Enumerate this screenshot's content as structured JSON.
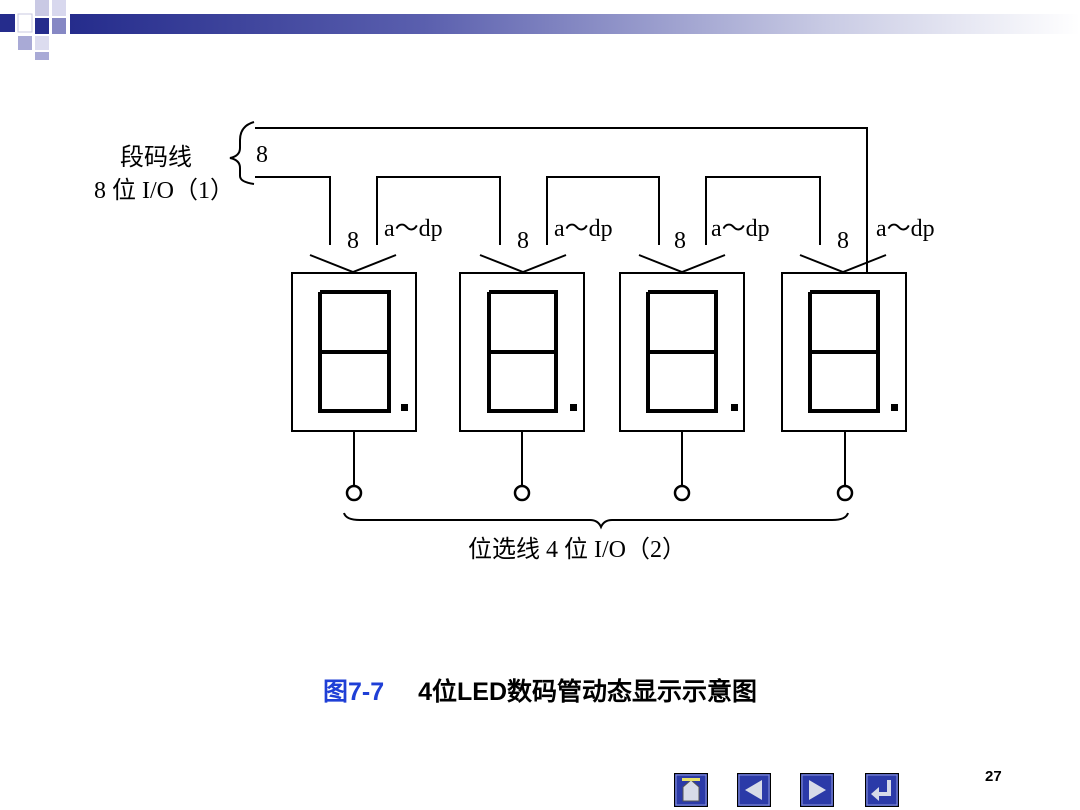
{
  "slide": {
    "page_number": "27",
    "caption": {
      "figure_number": "图7-7",
      "title": "4位LED数码管动态显示示意图"
    }
  },
  "diagram": {
    "segment_bus_label": "段码线",
    "segment_io_label": "8 位 I/O（1）",
    "bus_width_label": "8",
    "digits": [
      {
        "width_label": "8",
        "signal_label": "a～dp"
      },
      {
        "width_label": "8",
        "signal_label": "a～dp"
      },
      {
        "width_label": "8",
        "signal_label": "a～dp"
      },
      {
        "width_label": "8",
        "signal_label": "a～dp"
      }
    ],
    "digit_select_label": "位选线 4 位 I/O（2）"
  },
  "nav_buttons": [
    {
      "name": "nav-home-button",
      "icon": "home-icon"
    },
    {
      "name": "nav-prev-button",
      "icon": "arrow-left-icon"
    },
    {
      "name": "nav-next-button",
      "icon": "arrow-right-icon"
    },
    {
      "name": "nav-return-button",
      "icon": "return-icon"
    }
  ],
  "colors": {
    "accent_blue": "#1f3fd6",
    "banner_dark": "#252c8c",
    "nav_button": "#2b3aa8"
  }
}
